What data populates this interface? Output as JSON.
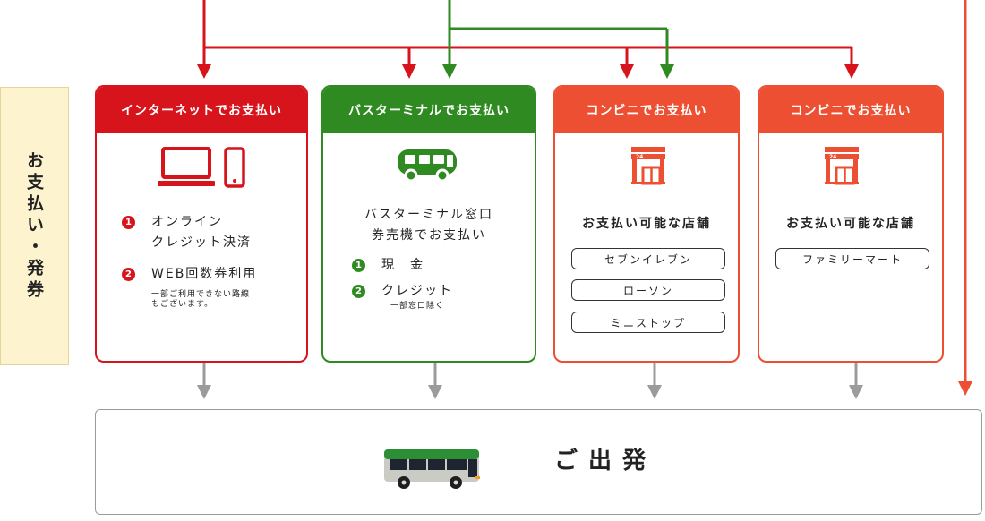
{
  "colors": {
    "red": "#d7141c",
    "green": "#2f8a21",
    "orange": "#ec4f32",
    "gray": "#9b9b9b"
  },
  "side_label": "お支払い・発券",
  "cards": {
    "internet": {
      "header": "インターネットでお支払い",
      "icons": [
        "laptop-icon",
        "smartphone-icon"
      ],
      "items": [
        {
          "num": "1",
          "lines": [
            "オンライン",
            "クレジット決済"
          ]
        },
        {
          "num": "2",
          "lines": [
            "WEB回数券利用"
          ],
          "note": [
            "一部ご利用できない路線",
            "もございます。"
          ]
        }
      ]
    },
    "terminal": {
      "header": "バスターミナルでお支払い",
      "icon": "bus-icon",
      "text": [
        "バスターミナル窓口",
        "券売機でお支払い"
      ],
      "items": [
        {
          "num": "1",
          "label": "現　金"
        },
        {
          "num": "2",
          "label": "クレジット",
          "note": "一部窓口除く"
        }
      ]
    },
    "conveni1": {
      "header": "コンビニでお支払い",
      "icon": "convenience-store-icon",
      "icon_sign": "24",
      "stores_title": "お支払い可能な店舗",
      "stores": [
        "セブンイレブン",
        "ローソン",
        "ミニストップ"
      ]
    },
    "conveni2": {
      "header": "コンビニでお支払い",
      "icon": "convenience-store-icon",
      "icon_sign": "24",
      "stores_title": "お支払い可能な店舗",
      "stores": [
        "ファミリーマート"
      ]
    }
  },
  "departure": {
    "label": "ご出発",
    "icon": "bus-side-icon"
  }
}
